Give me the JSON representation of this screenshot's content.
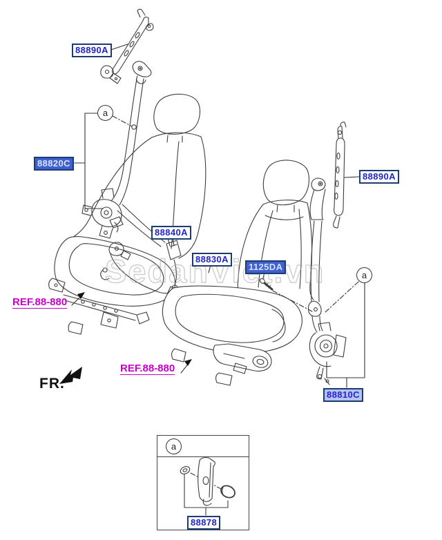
{
  "watermark": "SedanViet.vn",
  "direction_label": "FR.",
  "colors": {
    "label_text": "#2222cc",
    "label_border": "#1b3b73",
    "label_bg": "#ffffff",
    "label_selected_bg": "#4060d0",
    "label_selected_text": "#d8e4ff",
    "label_highlighted_bg": "#b6c2ee",
    "ref_link": "#c800c8",
    "line_art": "#3c3c3c",
    "watermark_gray": "#a6a6a6"
  },
  "part_labels": [
    {
      "id": "88890A-left",
      "text": "88890A",
      "state": "normal"
    },
    {
      "id": "88820C",
      "text": "88820C",
      "state": "selected"
    },
    {
      "id": "88840A",
      "text": "88840A",
      "state": "normal"
    },
    {
      "id": "88830A",
      "text": "88830A",
      "state": "normal"
    },
    {
      "id": "1125DA",
      "text": "1125DA",
      "state": "selected"
    },
    {
      "id": "88890A-right",
      "text": "88890A",
      "state": "normal"
    },
    {
      "id": "88810C",
      "text": "88810C",
      "state": "highlighted"
    },
    {
      "id": "88878",
      "text": "88878",
      "state": "normal"
    }
  ],
  "ref_labels": [
    {
      "text": "REF.88-880"
    },
    {
      "text": "REF.88-880"
    }
  ],
  "callout_markers": [
    {
      "text": "a"
    },
    {
      "text": "a"
    },
    {
      "text": "a"
    }
  ]
}
